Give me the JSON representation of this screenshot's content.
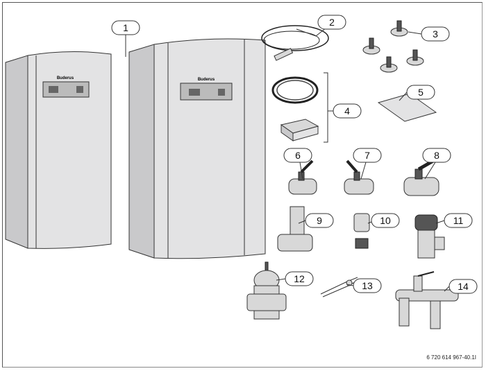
{
  "figure_id": "6 720 614 967-40.1I",
  "brand_logo": "Buderus",
  "callouts": [
    "1",
    "2",
    "3",
    "4",
    "5",
    "6",
    "7",
    "8",
    "9",
    "10",
    "11",
    "12",
    "13",
    "14"
  ]
}
